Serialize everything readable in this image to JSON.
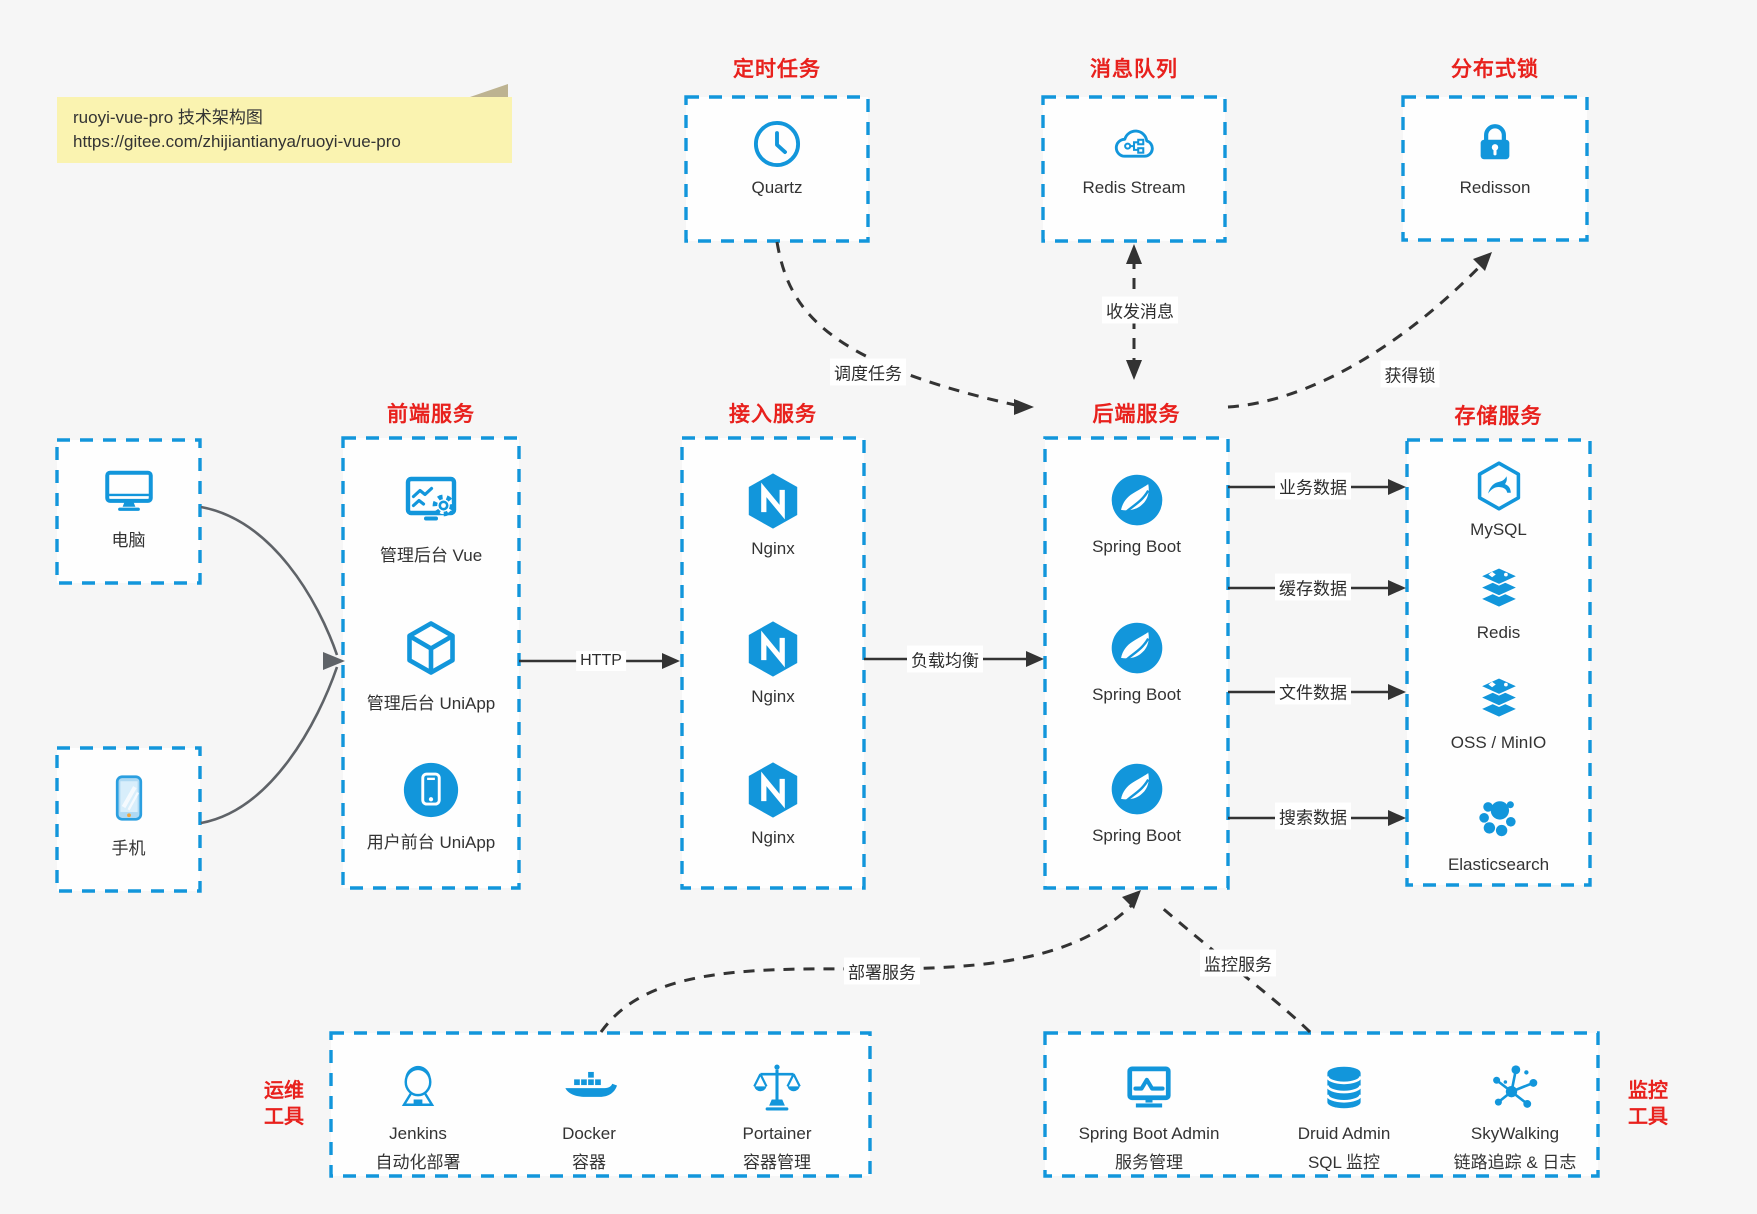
{
  "colors": {
    "accent_blue": "#1296db",
    "title_red": "#e8211d",
    "arrow_dark": "#333333",
    "arrow_gray": "#5f6368",
    "note_bg": "#faf3b0"
  },
  "note": {
    "line1": "ruoyi-vue-pro 技术架构图",
    "line2": "https://gitee.com/zhijiantianya/ruoyi-vue-pro"
  },
  "top_groups": [
    {
      "title": "定时任务",
      "items": [
        {
          "icon": "clock-icon",
          "label": "Quartz"
        }
      ]
    },
    {
      "title": "消息队列",
      "items": [
        {
          "icon": "cloud-stream-icon",
          "label": "Redis Stream"
        }
      ]
    },
    {
      "title": "分布式锁",
      "items": [
        {
          "icon": "lock-icon",
          "label": "Redisson"
        }
      ]
    }
  ],
  "clients": [
    {
      "icon": "desktop-icon",
      "label": "电脑"
    },
    {
      "icon": "mobile-icon",
      "label": "手机"
    }
  ],
  "main_groups": [
    {
      "title": "前端服务",
      "items": [
        {
          "icon": "admin-screen-gear-icon",
          "label": "管理后台 Vue"
        },
        {
          "icon": "cube-icon",
          "label": "管理后台 UniApp"
        },
        {
          "icon": "phone-circle-icon",
          "label": "用户前台 UniApp"
        }
      ]
    },
    {
      "title": "接入服务",
      "items": [
        {
          "icon": "nginx-icon",
          "label": "Nginx"
        },
        {
          "icon": "nginx-icon",
          "label": "Nginx"
        },
        {
          "icon": "nginx-icon",
          "label": "Nginx"
        }
      ]
    },
    {
      "title": "后端服务",
      "items": [
        {
          "icon": "spring-icon",
          "label": "Spring Boot"
        },
        {
          "icon": "spring-icon",
          "label": "Spring Boot"
        },
        {
          "icon": "spring-icon",
          "label": "Spring Boot"
        }
      ]
    },
    {
      "title": "存储服务",
      "items": [
        {
          "icon": "mysql-icon",
          "label": "MySQL"
        },
        {
          "icon": "redis-stack-icon",
          "label": "Redis"
        },
        {
          "icon": "redis-stack-icon",
          "label": "OSS / MinIO"
        },
        {
          "icon": "elasticsearch-icon",
          "label": "Elasticsearch"
        }
      ]
    }
  ],
  "bottom_groups": [
    {
      "side_label_line1": "运维",
      "side_label_line2": "工具",
      "items": [
        {
          "icon": "jenkins-icon",
          "label": "Jenkins",
          "sublabel": "自动化部署"
        },
        {
          "icon": "docker-icon",
          "label": "Docker",
          "sublabel": "容器"
        },
        {
          "icon": "portainer-icon",
          "label": "Portainer",
          "sublabel": "容器管理"
        }
      ]
    },
    {
      "side_label_line1": "监控",
      "side_label_line2": "工具",
      "items": [
        {
          "icon": "monitor-chart-icon",
          "label": "Spring Boot Admin",
          "sublabel": "服务管理"
        },
        {
          "icon": "database-icon",
          "label": "Druid Admin",
          "sublabel": "SQL 监控"
        },
        {
          "icon": "skywalking-icon",
          "label": "SkyWalking",
          "sublabel": "链路追踪 & 日志"
        }
      ]
    }
  ],
  "edges": {
    "schedule": "调度任务",
    "messages": "收发消息",
    "lock": "获得锁",
    "http": "HTTP",
    "load_balance": "负载均衡",
    "business_data": "业务数据",
    "cache_data": "缓存数据",
    "file_data": "文件数据",
    "search_data": "搜索数据",
    "deploy": "部署服务",
    "monitor": "监控服务"
  }
}
